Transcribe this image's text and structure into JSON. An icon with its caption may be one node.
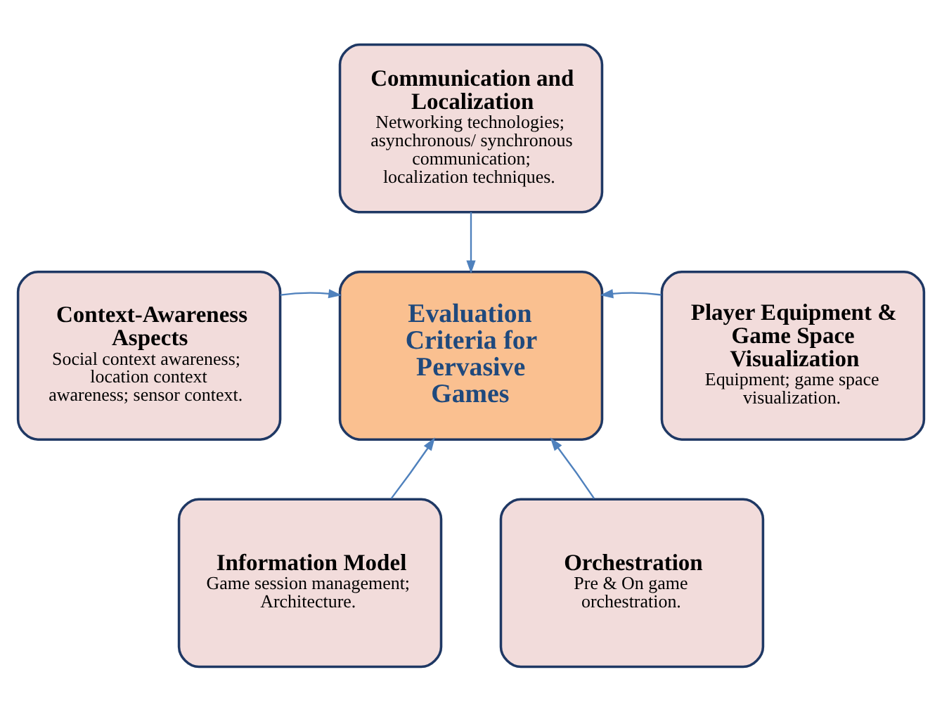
{
  "diagram": {
    "nodes": [
      {
        "text": [
          "Evaluation Criteria for Pervasive Games"
        ]
      },
      {
        "text": [
          "Communication and Localization",
          "Networking technologies; asynchronous/ synchronous communication; localization techniques."
        ]
      },
      {
        "text": [
          "Context-Awareness Aspects",
          "Social context awareness; location context awareness; sensor context."
        ]
      },
      {
        "text": [
          "Player Equipment & Game Space Visualization",
          "Equipment; game space visualization."
        ]
      },
      {
        "text": [
          "Information Model",
          "Game session management; Architecture."
        ]
      },
      {
        "text": [
          "Orchestration",
          "Pre & On game orchestration."
        ]
      }
    ],
    "edges": [
      {
        "from": 1,
        "to": 0,
        "arrow": "to"
      },
      {
        "from": 2,
        "to": 0,
        "arrow": "to"
      },
      {
        "from": 3,
        "to": 0,
        "arrow": "to"
      },
      {
        "from": 4,
        "to": 0,
        "arrow": "to"
      },
      {
        "from": 5,
        "to": 0,
        "arrow": "to"
      }
    ]
  }
}
